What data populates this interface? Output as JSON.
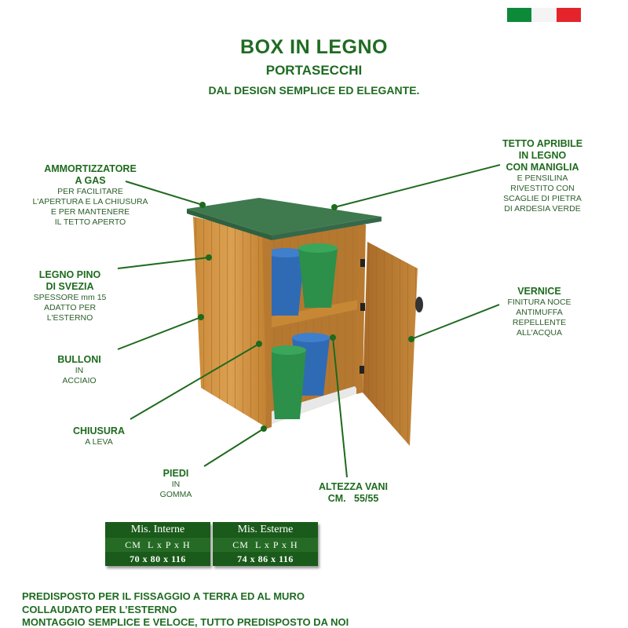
{
  "header": {
    "title": "BOX IN LEGNO",
    "subtitle": "PORTASECCHI",
    "tagline": "DAL DESIGN SEMPLICE ED ELEGANTE."
  },
  "flag": {
    "colors": [
      "#0c8a3a",
      "#f4f4f4",
      "#e3252b"
    ]
  },
  "callouts": {
    "ammortizzatore": {
      "h1": "AMMORTIZZATORE",
      "h2": "A GAS",
      "d1": "PER FACILITARE",
      "d2": "L'APERTURA E LA CHIUSURA",
      "d3": "E PER MANTENERE",
      "d4": "IL TETTO APERTO"
    },
    "tetto": {
      "h1": "TETTO APRIBILE",
      "h2": "IN LEGNO",
      "h3": "CON MANIGLIA",
      "d1": "E PENSILINA",
      "d2": "RIVESTITO CON",
      "d3": "SCAGLIE DI PIETRA",
      "d4": "DI ARDESIA VERDE"
    },
    "legno": {
      "h1": "LEGNO PINO",
      "h2": "DI SVEZIA",
      "d1": "SPESSORE mm 15",
      "d2": "ADATTO PER",
      "d3": "L'ESTERNO"
    },
    "vernice": {
      "h1": "VERNICE",
      "d1": "FINITURA NOCE",
      "d2": "ANTIMUFFA",
      "d3": "REPELLENTE",
      "d4": "ALL'ACQUA"
    },
    "bulloni": {
      "h1": "BULLONI",
      "d1": "IN",
      "d2": "ACCIAIO"
    },
    "chiusura": {
      "h1": "CHIUSURA",
      "d1": "A LEVA"
    },
    "piedi": {
      "h1": "PIEDI",
      "d1": "IN",
      "d2": "GOMMA"
    },
    "altezza": {
      "h1": "ALTEZZA VANI",
      "h2": "CM.   55/55"
    }
  },
  "tables": {
    "interne": {
      "label": "Mis. Interne",
      "units": "CM  L x P x H",
      "value": "70 x 80 x 116"
    },
    "esterne": {
      "label": "Mis. Esterne",
      "units": "CM  L x P x H",
      "value": "74 x 86 x 116"
    }
  },
  "footer": {
    "line1": "PREDISPOSTO PER IL FISSAGGIO A TERRA ED AL MURO",
    "line2": "COLLAUDATO PER L’ESTERNO",
    "line3": "MONTAGGIO SEMPLICE E VELOCE, TUTTO PREDISPOSTO DA NOI"
  }
}
